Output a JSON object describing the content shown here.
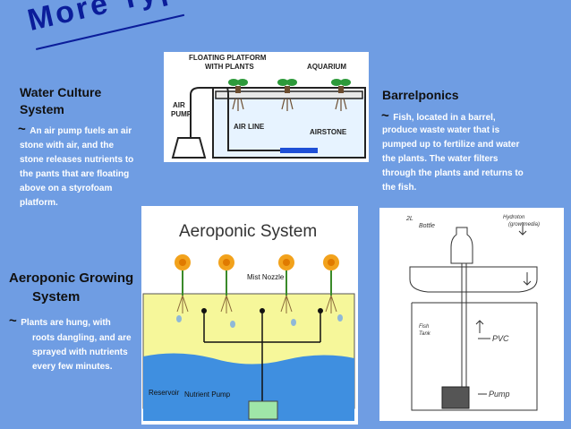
{
  "slide_title": "More Types",
  "water_culture": {
    "heading_line1": "Water Culture",
    "heading_line2": "System",
    "tilde": "~",
    "line1": "An air pump fuels an air",
    "line2": "stone with air, and the",
    "line3": "stone releases nutrients to",
    "line4": "the pants that are floating",
    "line5": "above on a styrofoam",
    "line6": "platform."
  },
  "barrelponics": {
    "heading": "Barrelponics",
    "tilde": "~",
    "line1": "Fish, located in a barrel,",
    "line2": "produce waste water that is",
    "line3": "pumped up to fertilize and water",
    "line4": "the plants. The water filters",
    "line5": "through the plants and returns to",
    "line6": "the fish."
  },
  "aeroponic": {
    "heading_line1": "Aeroponic Growing",
    "heading_line2": "System",
    "tilde": "~",
    "line1": "Plants are hung, with",
    "line2": "roots dangling, and are",
    "line3": "sprayed with nutrients",
    "line4": "every few minutes."
  },
  "water_culture_diagram": {
    "label_platform_1": "FLOATING PLATFORM",
    "label_platform_2": "WITH PLANTS",
    "label_aquarium": "AQUARIUM",
    "label_air_pump_1": "AIR",
    "label_air_pump_2": "PUMP",
    "label_air_line": "AIR LINE",
    "label_airstone": "AIRSTONE"
  },
  "aeroponic_diagram": {
    "title": "Aeroponic System",
    "label_mist_nozzle": "Mist Nozzle",
    "label_reservoir": "Reservoir",
    "label_nutrient_pump": "Nutrient Pump"
  },
  "barrel_sketch": {
    "label_top_left_1": "2L",
    "label_top_left_2": "Bottle",
    "label_top_right_1": "Hydroton",
    "label_top_right_2": "(grow media)",
    "label_fish_tank_1": "Fish",
    "label_fish_tank_2": "Tank",
    "label_pvc": "PVC",
    "label_pump": "Pump"
  },
  "colors": {
    "background": "#6f9de3",
    "title": "#0b1d9a",
    "heading": "#111111",
    "body_text": "#ffffff",
    "aeroponic_tank": "#f6f79a",
    "reservoir_water": "#3f8fe0"
  }
}
